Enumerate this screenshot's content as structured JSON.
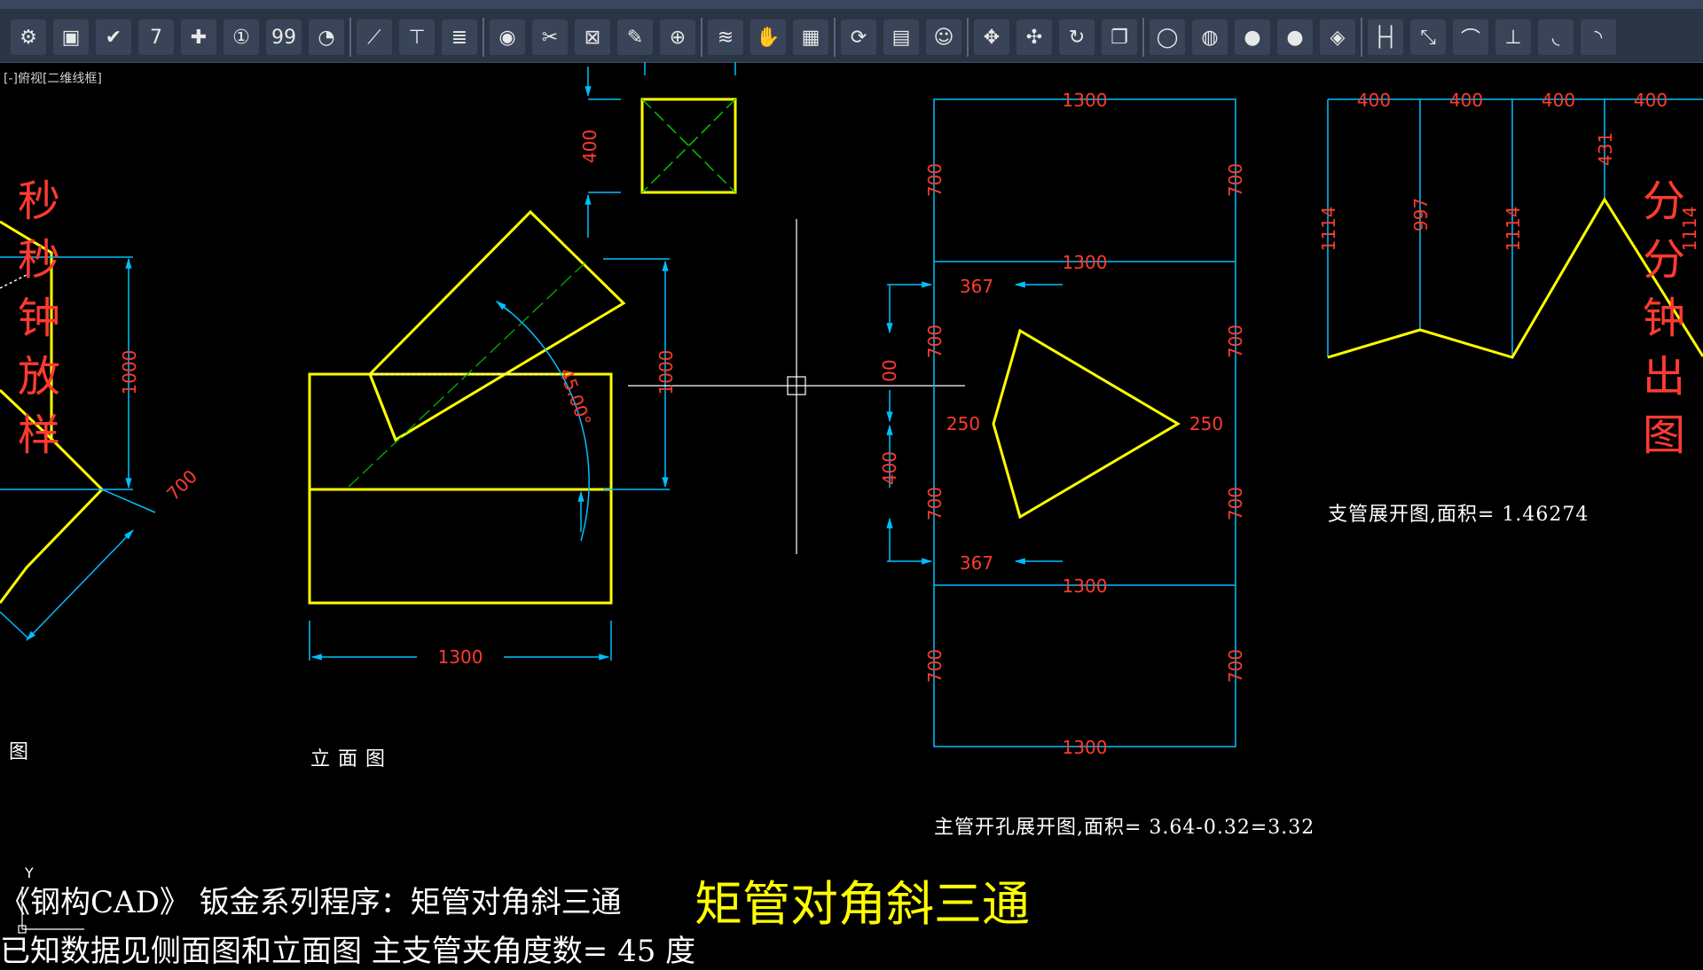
{
  "toolbar": {
    "buttons": [
      {
        "name": "settings-gear-icon",
        "glyph": "⚙"
      },
      {
        "name": "frame-icon",
        "glyph": "▣"
      },
      {
        "name": "check-icon",
        "glyph": "✔"
      },
      {
        "name": "calendar-icon",
        "glyph": "7"
      },
      {
        "name": "plus-icon",
        "glyph": "✚"
      },
      {
        "name": "number-one-icon",
        "glyph": "①"
      },
      {
        "name": "text-99-icon",
        "glyph": "99"
      },
      {
        "name": "arc-fan-icon",
        "glyph": "◔"
      },
      {
        "name": "break-line-icon",
        "glyph": "⟋"
      },
      {
        "name": "measure-icon",
        "glyph": "⊤"
      },
      {
        "name": "align-lines-icon",
        "glyph": "≣"
      },
      {
        "name": "eye-icon",
        "glyph": "◉"
      },
      {
        "name": "scissors-icon",
        "glyph": "✂"
      },
      {
        "name": "dimension-check-icon",
        "glyph": "⊠"
      },
      {
        "name": "edit-list-icon",
        "glyph": "✎"
      },
      {
        "name": "zoom-in-icon",
        "glyph": "⊕"
      },
      {
        "name": "layer-icon",
        "glyph": "≋"
      },
      {
        "name": "hand-pan-icon",
        "glyph": "✋"
      },
      {
        "name": "calculator-icon",
        "glyph": "▦"
      },
      {
        "name": "record-icon",
        "glyph": "⟳"
      },
      {
        "name": "report-icon",
        "glyph": "▤"
      },
      {
        "name": "smiley-icon",
        "glyph": "☺"
      },
      {
        "name": "orbit-icon",
        "glyph": "✥"
      },
      {
        "name": "free-orbit-icon",
        "glyph": "✣"
      },
      {
        "name": "continuous-orbit-icon",
        "glyph": "↻"
      },
      {
        "name": "box-view-icon",
        "glyph": "❐"
      },
      {
        "name": "wire-sphere-icon",
        "glyph": "◯"
      },
      {
        "name": "hidden-sphere-icon",
        "glyph": "◍"
      },
      {
        "name": "shaded-sphere-icon",
        "glyph": "●"
      },
      {
        "name": "rendered-sphere-icon",
        "glyph": "●"
      },
      {
        "name": "material-icon",
        "glyph": "◈"
      },
      {
        "name": "linear-dim-icon",
        "glyph": "├┤"
      },
      {
        "name": "aligned-dim-icon",
        "glyph": "⤡"
      },
      {
        "name": "arc-dim-icon",
        "glyph": "⌒"
      },
      {
        "name": "ordinate-dim-icon",
        "glyph": "⊥"
      },
      {
        "name": "radius-dim-icon",
        "glyph": "◟"
      },
      {
        "name": "diameter-dim-icon",
        "glyph": "◝"
      }
    ],
    "accent": "#3a4458"
  },
  "viewport": {
    "label": "[-]俯视[二维线框]"
  },
  "side_labels": {
    "left": [
      "秒",
      "秒",
      "钟",
      "放",
      "样"
    ],
    "right": [
      "分",
      "分",
      "钟",
      "出",
      "图"
    ]
  },
  "drawing": {
    "left_view_label": "图",
    "elevation_label": "立 面 图",
    "dims": {
      "top_square_h": "400",
      "left_height": "1000",
      "left_diag": "700",
      "elev_height": "1000",
      "elev_width": "1300",
      "angle": "45.00°",
      "main_top": "1300",
      "main_mid_top": "1300",
      "main_mid_bottom": "1300",
      "main_bottom": "1300",
      "main_side_700_1": "700",
      "main_side_700_2": "700",
      "main_side_700_3": "700",
      "main_side_700_4": "700",
      "main_left_700_1": "700",
      "main_left_700_2": "700",
      "main_left_700_3": "700",
      "main_left_700_4": "700",
      "hole_367_top": "367",
      "hole_367_bottom": "367",
      "hole_250_left": "250",
      "hole_250_right": "250",
      "hole_400": "400",
      "hole_00": "00",
      "branch_400_1": "400",
      "branch_400_2": "400",
      "branch_400_3": "400",
      "branch_400_4": "400",
      "branch_1114_1": "1114",
      "branch_997": "997",
      "branch_1114_2": "1114",
      "branch_431": "431",
      "branch_1114_3": "1114"
    },
    "branch_area_text": "支管展开图,面积= 1.46274",
    "main_area_text": "主管开孔展开图,面积= 3.64-0.32=3.32"
  },
  "footer": {
    "program_line": "《钢构CAD》 钣金系列程序：矩管对角斜三通",
    "title": "矩管对角斜三通",
    "info_line": "已知数据见侧面图和立面图 主支管夹角度数= 45 度",
    "ucs_y": "Y"
  }
}
